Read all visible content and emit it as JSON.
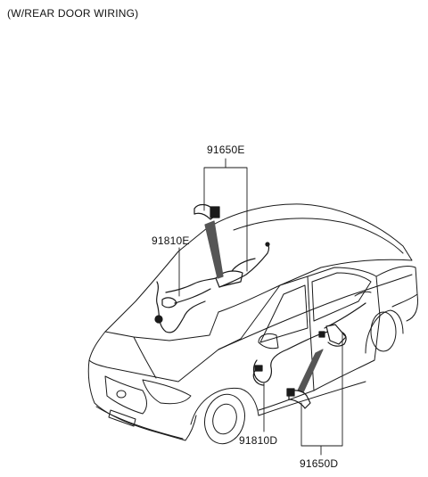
{
  "caption": "(W/REAR DOOR WIRING)",
  "parts": {
    "p91650E": "91650E",
    "p91810E": "91810E",
    "p91810D": "91810D",
    "p91650D": "91650D"
  },
  "colors": {
    "line": "#1a1a1a",
    "fill_dark": "#555555"
  }
}
